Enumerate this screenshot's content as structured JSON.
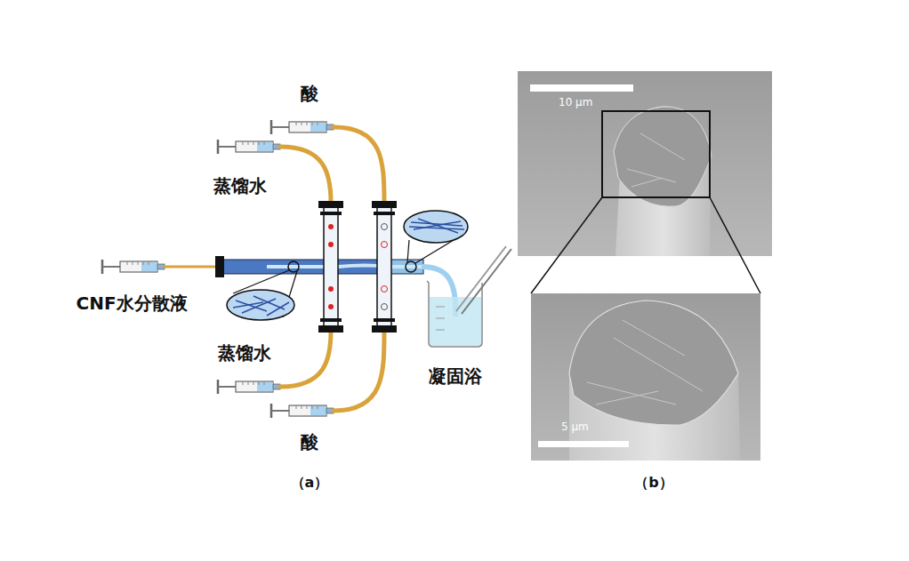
{
  "diagram": {
    "nodes": [
      {
        "text": [
          "10 μm"
        ]
      },
      {
        "text": [
          "5 μm"
        ]
      }
    ],
    "labels": [
      "酸",
      "蒸馏水",
      "CNF水分散液",
      "蒸馏水",
      "酸",
      "凝固浴",
      "（a）",
      "（b）"
    ]
  }
}
